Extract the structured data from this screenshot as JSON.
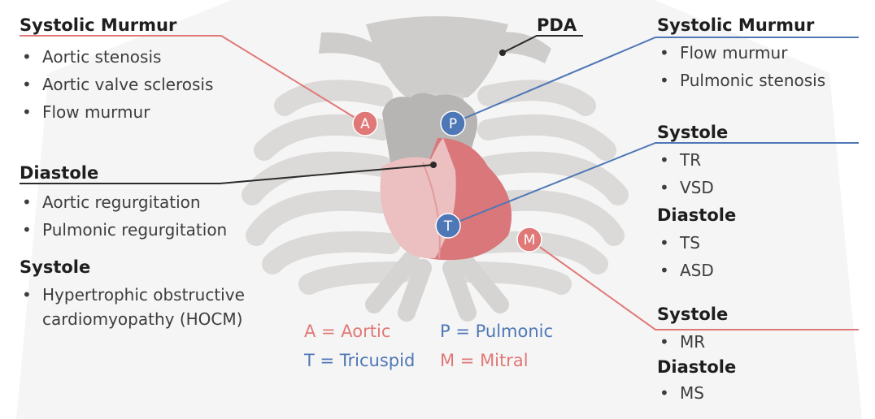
{
  "left": {
    "systolic_murmur": {
      "heading": "Systolic Murmur",
      "items": [
        "Aortic stenosis",
        "Aortic valve sclerosis",
        "Flow murmur"
      ]
    },
    "diastole": {
      "heading": "Diastole",
      "items": [
        "Aortic regurgitation",
        "Pulmonic regurgitation"
      ]
    },
    "systole": {
      "heading": "Systole",
      "items": [
        "Hypertrophic obstructive cardiomyopathy (HOCM)"
      ]
    }
  },
  "pda": {
    "label": "PDA"
  },
  "right": {
    "pulmonic": {
      "heading": "Systolic Murmur",
      "items": [
        "Flow murmur",
        "Pulmonic stenosis"
      ]
    },
    "tricuspid": {
      "systole_heading": "Systole",
      "systole_items": [
        "TR",
        "VSD"
      ],
      "diastole_heading": "Diastole",
      "diastole_items": [
        "TS",
        "ASD"
      ]
    },
    "mitral": {
      "systole_heading": "Systole",
      "systole_items": [
        "MR"
      ],
      "diastole_heading": "Diastole",
      "diastole_items": [
        "MS"
      ]
    }
  },
  "badges": {
    "aortic": "A",
    "pulmonic": "P",
    "tricuspid": "T",
    "mitral": "M"
  },
  "legend": {
    "aortic": "A = Aortic",
    "pulmonic": "P = Pulmonic",
    "tricuspid": "T = Tricuspid",
    "mitral": "M = Mitral"
  },
  "colors": {
    "red": "#e07877",
    "blue": "#4e77b6",
    "dark": "#2a2a2a",
    "bone": "#cfcdcb",
    "heart_red": "#d9777a",
    "heart_pink": "#ecc0c0"
  }
}
